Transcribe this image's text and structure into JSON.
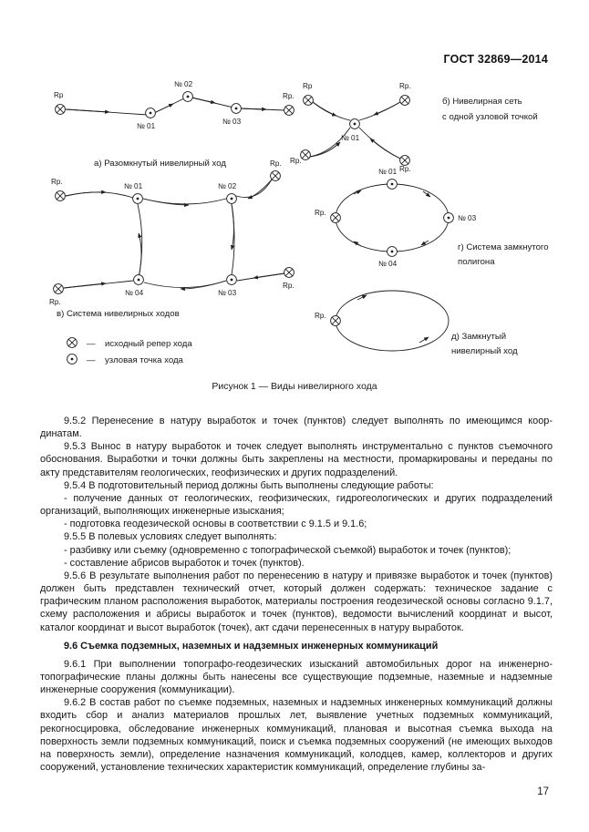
{
  "header": {
    "standard": "ГОСТ 32869—2014"
  },
  "figure": {
    "caption": "Рисунок 1 — Виды нивелирного хода",
    "diagrams": [
      {
        "id": "a",
        "caption": "а) Разомкнутый нивелирный ход",
        "node_labels": [
          "Rp",
          "№ 01",
          "№ 02",
          "№ 03",
          "Rp."
        ]
      },
      {
        "id": "b",
        "caption_line1": "б) Нивелирная сеть",
        "caption_line2": "с одной узловой точкой",
        "node_labels": [
          "Rp",
          "Rp.",
          "Rp.",
          "Rp.",
          "№ 01"
        ]
      },
      {
        "id": "v",
        "caption": "в) Система нивелирных ходов",
        "node_labels": [
          "Rp.",
          "Rp.",
          "Rp.",
          "Rp.",
          "№ 01",
          "№ 02",
          "№ 03",
          "№ 04"
        ]
      },
      {
        "id": "g",
        "caption_line1": "г) Система замкнутого",
        "caption_line2": "полигона",
        "node_labels": [
          "Rp.",
          "№ 01",
          "№ 03",
          "№ 04"
        ]
      },
      {
        "id": "d",
        "caption_line1": "д) Замкнутый",
        "caption_line2": "нивелирный ход",
        "node_labels": [
          "Rp."
        ]
      }
    ],
    "legend": [
      {
        "symbol": "circle-cross",
        "dash": "—",
        "text": "исходный репер хода"
      },
      {
        "symbol": "circle-dot",
        "dash": "—",
        "text": "узловая точка хода"
      }
    ]
  },
  "body": {
    "paragraphs": [
      "9.5.2  Перенесение в натуру выработок и точек (пунктов) следует выполнять по имеющимся коор­динатам.",
      "9.5.3  Вынос в натуру выработок и точек следует выполнять инструментально с пунктов съемочного обоснования. Выработки и точки  должны быть закреплены на местности, промаркированы и переданы по акту представителям геологических, геофизических и других подразделений.",
      "9.5.4  В подготовительный период должны быть выполнены следующие работы:",
      "- получение данных от геологических, геофизических, гидрогеологических и других подразделений организаций, выполняющих инженерные изыскания;",
      "- подготовка геодезической основы в соответствии с 9.1.5 и 9.1.6;",
      "9.5.5  В полевых условиях следует выполнять:",
      "- разбивку или съемку (одновременно с топографической съемкой) выработок и точек (пунктов);",
      "- составление абрисов выработок и точек (пунктов).",
      "9.5.6  В результате выполнения работ по перенесению в натуру и привязке выработок и точек (пун­ктов) должен быть представлен технический отчет, который должен содержать: техническое задание с графическим планом расположения выработок, материалы построения геодезической основы согласно 9.1.7, схему расположения и абрисы выработок и точек (пунктов), ведомости вычислений координат и вы­сот, каталог координат и высот выработок (точек), акт сдачи перенесенных в натуру выработок."
    ],
    "heading": "9.6  Съемка подземных, наземных и надземных инженерных коммуникаций",
    "paragraphs_after": [
      "9.6.1  При выполнении топографо-геодезических изысканий автомобильных дорог на инженерно-топографические планы должны быть нанесены все существующие подземные, наземные и надземные инженерные сооружения (коммуникации).",
      "9.6.2 В состав работ по съемке подземных, наземных и надземных инженерных коммуникаций должны входить сбор и анализ материалов прошлых лет, выявление учетных подземных коммуника­ций, рекогносцировка, обследование инженерных коммуникаций, плановая и высотная съемка выхода на поверхность земли подземных коммуникаций, поиск и съемка подземных сооружений (не имеющих выходов на поверхность земли), определение назначения коммуникаций, колодцев, камер, коллекторов и других сооружений, установление технических характеристик коммуникаций, определение глубины за-"
    ]
  },
  "footer": {
    "page_number": "17"
  },
  "colors": {
    "ink": "#1a1a1a",
    "background": "#ffffff"
  }
}
